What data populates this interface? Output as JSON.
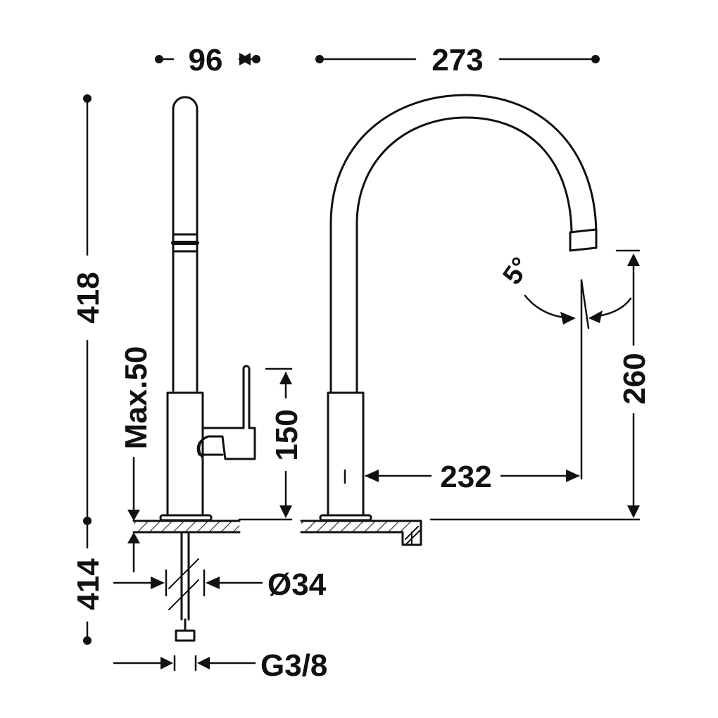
{
  "colors": {
    "line": "#111111",
    "background": "#ffffff"
  },
  "dimensions": {
    "handle_width": "96",
    "spout_reach": "273",
    "total_height": "418",
    "below_counter": "414",
    "max_counter_thickness": "Max.50",
    "handle_height": "150",
    "outlet_height": "260",
    "spout_offset": "232",
    "spout_angle": "5°",
    "hole_diameter": "Ø34",
    "connection_thread": "G3/8"
  }
}
